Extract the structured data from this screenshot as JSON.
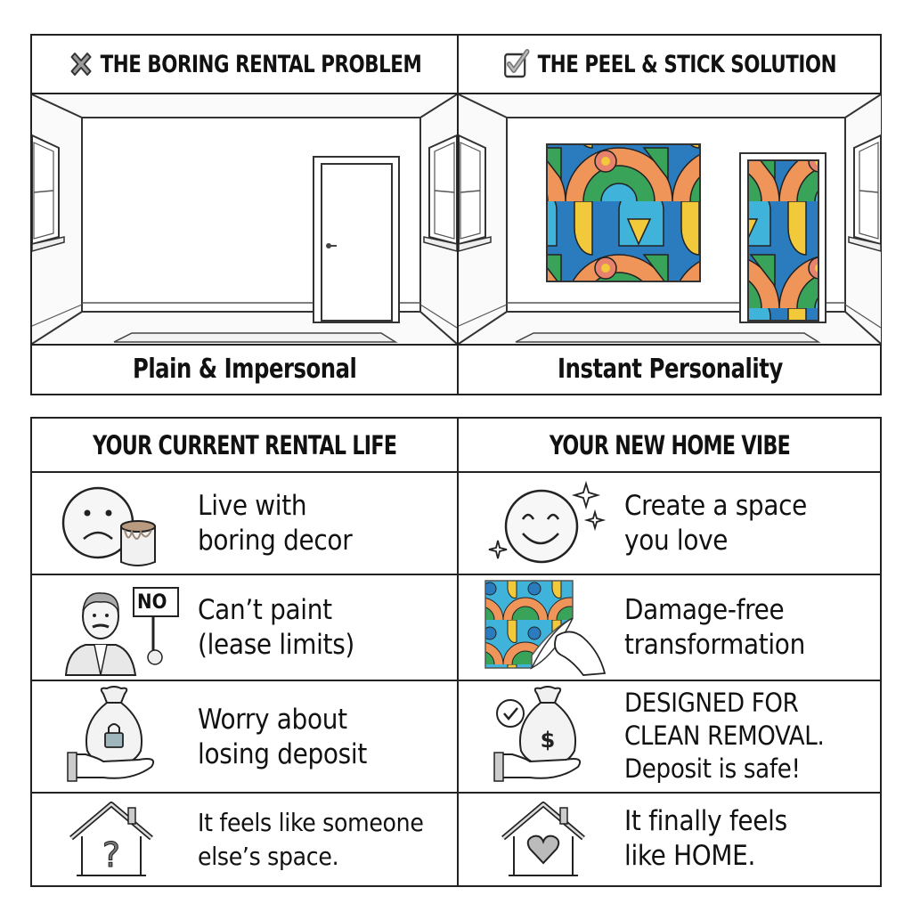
{
  "top_panel": {
    "left": {
      "header": "THE BORING RENTAL PROBLEM",
      "header_icon": "x-mark-icon",
      "scene": "empty-room-with-plain-door",
      "caption": "Plain & Impersonal"
    },
    "right": {
      "header": "THE PEEL & STICK SOLUTION",
      "header_icon": "checkbox-checked-icon",
      "scene": "room-with-colorful-wall-mural-and-door-decal",
      "caption": "Instant Personality"
    }
  },
  "comparison": {
    "left_header": "YOUR CURRENT RENTAL LIFE",
    "right_header": "YOUR NEW HOME VIBE",
    "rows": [
      {
        "left": {
          "icon": "sad-face-paint-can-icon",
          "text": "Live with\nboring decor"
        },
        "right": {
          "icon": "happy-face-sparkles-icon",
          "text": "Create a space\nyou love"
        }
      },
      {
        "left": {
          "icon": "landlord-no-sign-icon",
          "text": "Can’t paint\n(lease limits)"
        },
        "right": {
          "icon": "peeling-decal-hand-icon",
          "text": "Damage-free\ntransformation"
        }
      },
      {
        "left": {
          "icon": "money-bag-lock-hand-icon",
          "text": "Worry about\nlosing deposit"
        },
        "right": {
          "icon": "money-bag-dollar-check-hand-icon",
          "text": "DESIGNED FOR\nCLEAN REMOVAL.\nDeposit is safe!"
        }
      },
      {
        "left": {
          "icon": "house-question-icon",
          "text": "It feels like someone\nelse’s space."
        },
        "right": {
          "icon": "house-heart-icon",
          "text": "It finally feels\nlike HOME."
        }
      }
    ]
  },
  "colors": {
    "border": "#222222",
    "mural_blue": "#2b7bbf",
    "mural_cyan": "#3fb3d9",
    "mural_green": "#3aa35a",
    "mural_yellow": "#f1c93b",
    "mural_orange": "#f0955a",
    "mural_salmon": "#e9826d"
  }
}
